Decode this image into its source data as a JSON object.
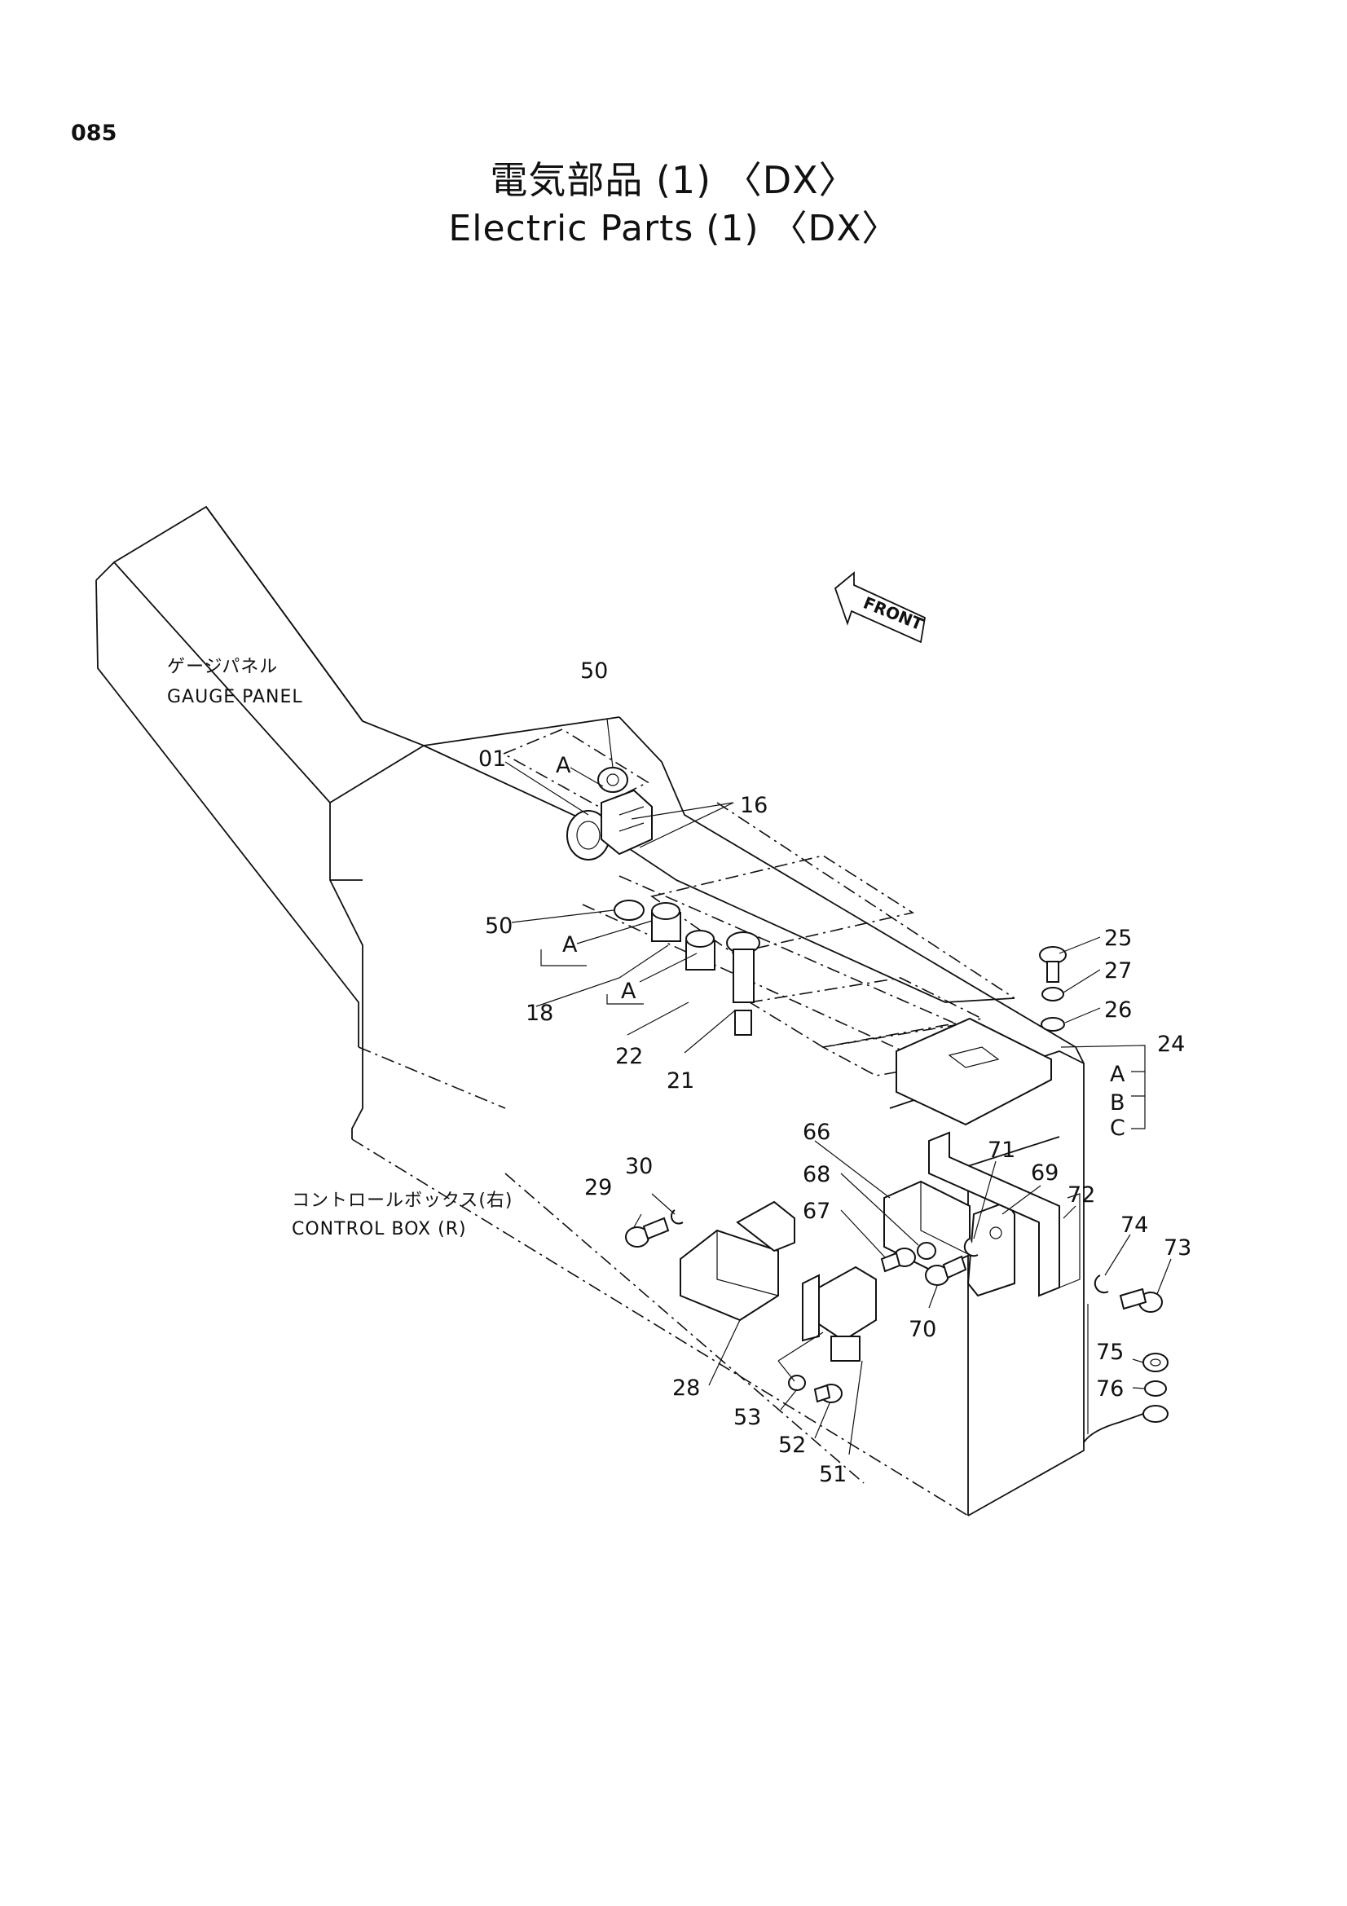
{
  "page": {
    "number": "085",
    "title_ja": "電気部品 (1) 〈DX〉",
    "title_en": "Electric Parts (1) 〈DX〉"
  },
  "labels": {
    "front": "FRONT",
    "gauge_panel_ja": "ゲージパネル",
    "gauge_panel_en": "GAUGE PANEL",
    "control_box_ja": "コントロールボックス(右)",
    "control_box_en": "CONTROL BOX (R)"
  },
  "callouts": {
    "p01": "01",
    "p16": "16",
    "p18": "18",
    "p21": "21",
    "p22": "22",
    "p24": "24",
    "p25": "25",
    "p26": "26",
    "p27": "27",
    "p28": "28",
    "p29": "29",
    "p30": "30",
    "p50a": "50",
    "p50b": "50",
    "p51": "51",
    "p52": "52",
    "p53": "53",
    "p66": "66",
    "p67": "67",
    "p68": "68",
    "p69": "69",
    "p70": "70",
    "p71": "71",
    "p72": "72",
    "p73": "73",
    "p74": "74",
    "p75": "75",
    "p76": "76"
  },
  "variants": {
    "a1": "A",
    "a2": "A",
    "a3": "A",
    "a4": "A",
    "b": "B",
    "c": "C"
  }
}
